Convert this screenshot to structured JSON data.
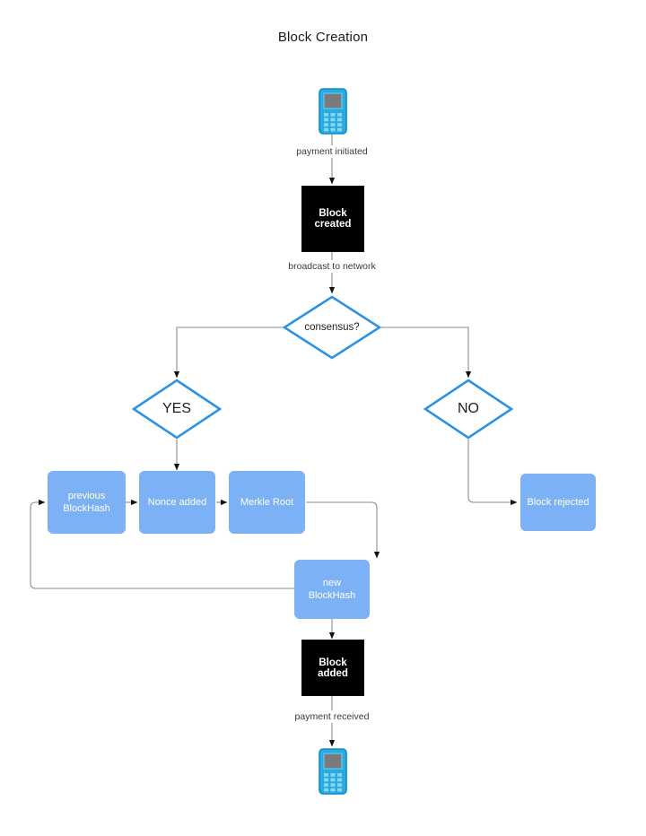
{
  "diagram": {
    "title": "Block Creation",
    "type": "flowchart",
    "colors": {
      "accent_blue": "#2b9fe0",
      "node_blue": "#7cb2f5",
      "node_black": "#000000",
      "edge_gray": "#888888",
      "text_dark": "#1a1a1a",
      "text_light": "#ffffff",
      "phone_screen": "#7b7b7b"
    },
    "nodes": [
      {
        "id": "phone-start",
        "type": "icon",
        "icon": "mobile-phone-icon",
        "label": ""
      },
      {
        "id": "block-created",
        "type": "black-box",
        "label": "Block created"
      },
      {
        "id": "consensus",
        "type": "diamond",
        "label": "consensus?"
      },
      {
        "id": "yes",
        "type": "diamond",
        "label": "YES"
      },
      {
        "id": "no",
        "type": "diamond",
        "label": "NO"
      },
      {
        "id": "previous-blockhash",
        "type": "blue-box",
        "label": "previous BlockHash",
        "line1": "previous",
        "line2": "BlockHash"
      },
      {
        "id": "nonce-added",
        "type": "blue-box",
        "label": "Nonce added"
      },
      {
        "id": "merkle-root",
        "type": "blue-box",
        "label": "Merkle Root"
      },
      {
        "id": "new-blockhash",
        "type": "blue-box",
        "label": "new BlockHash"
      },
      {
        "id": "block-rejected",
        "type": "blue-box",
        "label": "Block rejected"
      },
      {
        "id": "block-added",
        "type": "black-box",
        "label": "Block added"
      },
      {
        "id": "phone-end",
        "type": "icon",
        "icon": "mobile-phone-icon",
        "label": ""
      }
    ],
    "edge_labels": {
      "payment_initiated": "payment initiated",
      "broadcast_to_network": "broadcast to network",
      "payment_received": "payment received"
    },
    "edges": [
      {
        "from": "phone-start",
        "to": "block-created",
        "label": "payment initiated"
      },
      {
        "from": "block-created",
        "to": "consensus",
        "label": "broadcast to network"
      },
      {
        "from": "consensus",
        "to": "yes",
        "label": ""
      },
      {
        "from": "consensus",
        "to": "no",
        "label": ""
      },
      {
        "from": "yes",
        "to": "nonce-added",
        "label": ""
      },
      {
        "from": "previous-blockhash",
        "to": "nonce-added",
        "label": ""
      },
      {
        "from": "nonce-added",
        "to": "merkle-root",
        "label": ""
      },
      {
        "from": "merkle-root",
        "to": "new-blockhash",
        "label": ""
      },
      {
        "from": "new-blockhash",
        "to": "previous-blockhash",
        "label": ""
      },
      {
        "from": "new-blockhash",
        "to": "block-added",
        "label": ""
      },
      {
        "from": "no",
        "to": "block-rejected",
        "label": ""
      },
      {
        "from": "block-added",
        "to": "phone-end",
        "label": "payment received"
      }
    ]
  }
}
